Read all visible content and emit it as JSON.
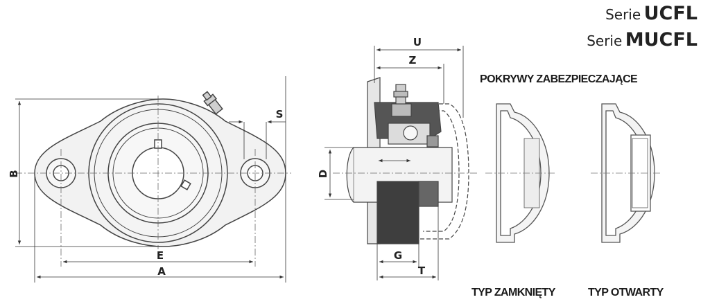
{
  "header": {
    "series": [
      {
        "prefix": "Serie",
        "name": "UCFL"
      },
      {
        "prefix": "Serie",
        "name": "MUCFL"
      }
    ]
  },
  "front_view": {
    "dimensions": {
      "A": "A",
      "B": "B",
      "E": "E",
      "S": "S"
    }
  },
  "section_view": {
    "dimensions": {
      "U": "U",
      "Z": "Z",
      "D": "D",
      "G": "G",
      "T": "T"
    }
  },
  "covers": {
    "title": "POKRYWY ZABEZPIECZAJĄCE",
    "closed_label": "TYP ZAMKNIĘTY",
    "open_label": "TYP OTWARTY"
  }
}
